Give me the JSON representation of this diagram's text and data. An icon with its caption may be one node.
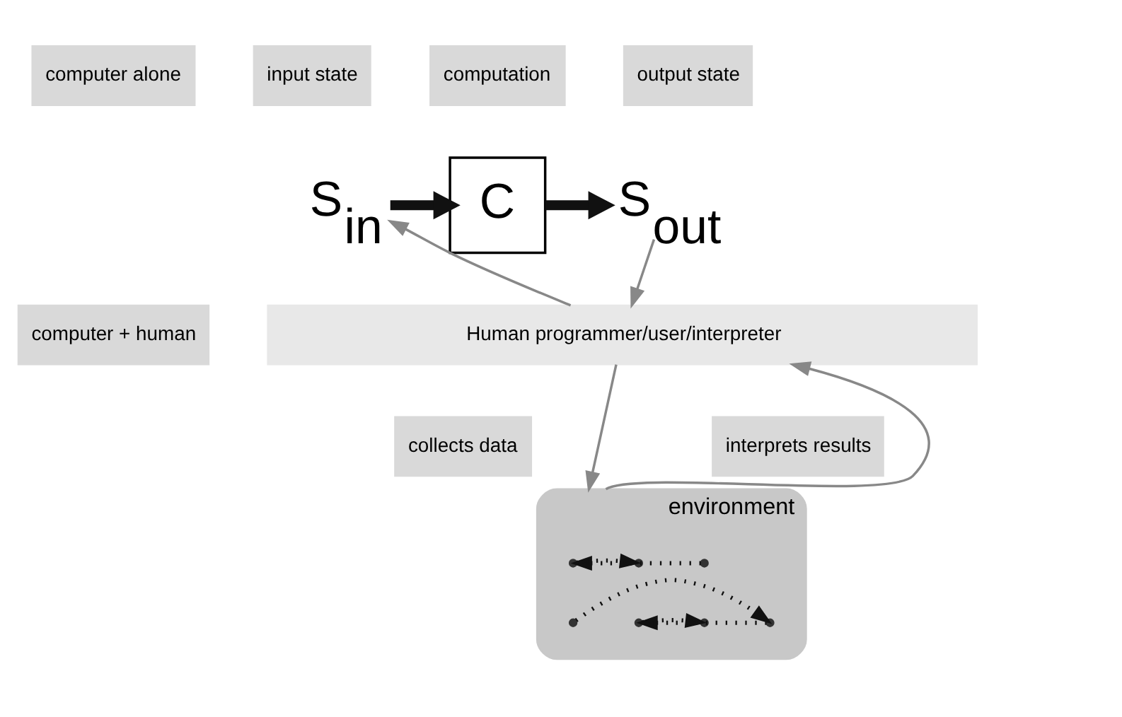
{
  "diagram": {
    "nodes": [
      {
        "text": [
          "input state"
        ]
      },
      {
        "text": [
          "computation"
        ]
      },
      {
        "text": [
          "output state"
        ]
      },
      {
        "text": [
          "computer alone"
        ]
      },
      {
        "text": [
          "computer + human"
        ]
      },
      {
        "text": [
          "S$_{in}$"
        ]
      },
      {
        "text": [
          "C"
        ]
      },
      {
        "text": [
          "S$_{out}$"
        ]
      },
      {
        "text": [
          "Human programmer/user/interpreter"
        ]
      },
      {
        "text": [
          "collects data"
        ]
      },
      {
        "text": [
          "interprets results"
        ]
      },
      {
        "text": [
          "environment"
        ]
      },
      {
        "text": [],
        "shape": "point",
        "in": 11
      },
      {
        "text": [],
        "shape": "point",
        "in": 11
      },
      {
        "text": [],
        "shape": "point",
        "in": 11
      },
      {
        "text": [],
        "shape": "point",
        "in": 11
      },
      {
        "text": [],
        "shape": "point",
        "in": 11
      },
      {
        "text": [],
        "shape": "point",
        "in": 11
      },
      {
        "text": [],
        "shape": "point",
        "in": 11
      }
    ],
    "edges": [
      {
        "from": 5,
        "to": 6,
        "arrow": "to",
        "style": "thick"
      },
      {
        "from": 6,
        "to": 7,
        "arrow": "to",
        "style": "thick"
      },
      {
        "from": 7,
        "to": 8,
        "arrow": "to",
        "color": "#888888"
      },
      {
        "from": 8,
        "to": 11,
        "arrow": "to",
        "color": "#888888"
      },
      {
        "from": 11,
        "to": 8,
        "arrow": "to",
        "color": "#888888"
      },
      {
        "from": 8,
        "to": 5,
        "arrow": "to",
        "color": "#888888"
      },
      {
        "from": 18,
        "to": 17,
        "arrow": "to",
        "style": "dashed"
      },
      {
        "from": 17,
        "to": 14,
        "arrow": "to",
        "style": "dashed"
      },
      {
        "from": 14,
        "to": 12,
        "arrow": "to",
        "style": "dashed"
      },
      {
        "from": 13,
        "to": 15,
        "arrow": "to",
        "style": "dashed"
      },
      {
        "from": 15,
        "to": 16,
        "arrow": "to",
        "style": "dashed"
      }
    ]
  }
}
